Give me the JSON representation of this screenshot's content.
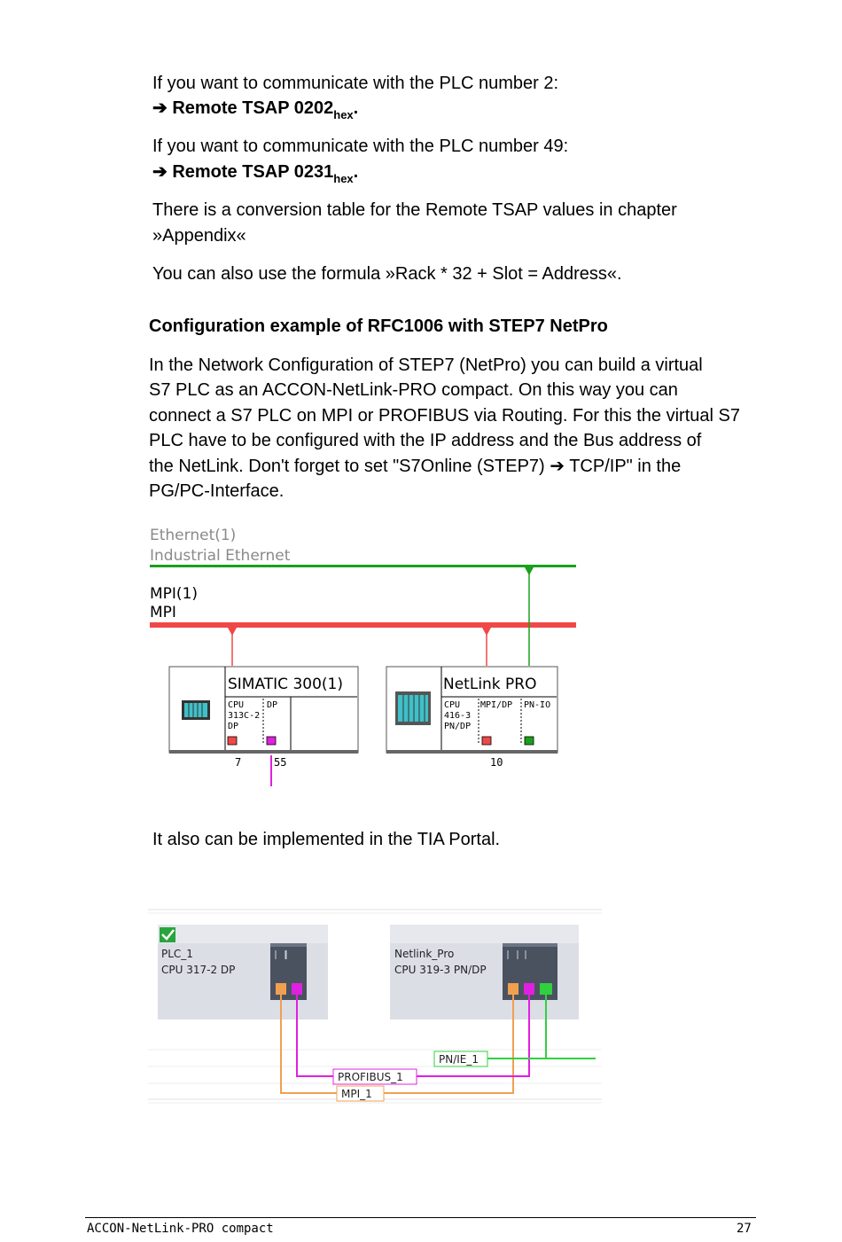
{
  "intro": {
    "line1": "If you want to communicate with the PLC number 2:",
    "tsap1_prefix": "➔ Remote TSAP 0202",
    "tsap1_sub": "hex",
    "tsap1_suffix": ".",
    "line2": "If you want to communicate with the PLC number 49:",
    "tsap2_prefix": "➔ Remote TSAP 0231",
    "tsap2_sub": "hex",
    "tsap2_suffix": ".",
    "conversion_l1": "There is a conversion table for the Remote TSAP values in chapter",
    "conversion_l2": "»Appendix«",
    "formula": "You can also use the formula »Rack * 32 + Slot = Address«."
  },
  "section": {
    "heading": "Configuration example of RFC1006 with STEP7 NetPro",
    "para_lines": [
      "In the Network Configuration of STEP7 (NetPro) you can build a virtual",
      "S7 PLC as an ACCON-NetLink-PRO compact. On this way you can",
      "connect a S7 PLC on MPI or PROFIBUS via Routing. For this the virtual S7",
      "PLC have to be configured with the IP address and the Bus address of",
      "the NetLink. Don't forget to set \"S7Online (STEP7) ➔ TCP/IP\" in the",
      "PG/PC-Interface."
    ]
  },
  "netpro": {
    "ethernet_name": "Ethernet(1)",
    "ethernet_type": "Industrial Ethernet",
    "mpi_name": "MPI(1)",
    "mpi_type": "MPI",
    "station1": {
      "title": "SIMATIC 300(1)",
      "cpu_l1": "CPU",
      "cpu_l2": "313C-2",
      "cpu_l3": "DP",
      "dp_label": "DP",
      "addr_left": "7",
      "addr_right": "55"
    },
    "station2": {
      "title": "NetLink PRO",
      "cpu_l1": "CPU",
      "cpu_l2": "416-3",
      "cpu_l3": "PN/DP",
      "mpidp_label": "MPI/DP",
      "pnio_label": "PN-IO",
      "addr": "10"
    },
    "colors": {
      "ethernet": "#1aa01a",
      "mpi": "#f04848",
      "profibus": "#e020e0"
    }
  },
  "tia_note": "It also can be implemented in the TIA Portal.",
  "tia": {
    "plc_name": "PLC_1",
    "plc_cpu": "CPU 317-2 DP",
    "netlink_name": "Netlink_Pro",
    "netlink_cpu": "CPU 319-3 PN/DP",
    "pnie_label": "PN/IE_1",
    "profibus_label": "PROFIBUS_1",
    "mpi_label": "MPI_1",
    "check_icon": "checkmark-icon",
    "colors": {
      "mpi": "#f0a050",
      "profibus": "#e020e0",
      "pnie": "#30d040",
      "card": "#dcdee6"
    }
  },
  "footer": {
    "title": "ACCON-NetLink-PRO compact",
    "page": "27"
  }
}
